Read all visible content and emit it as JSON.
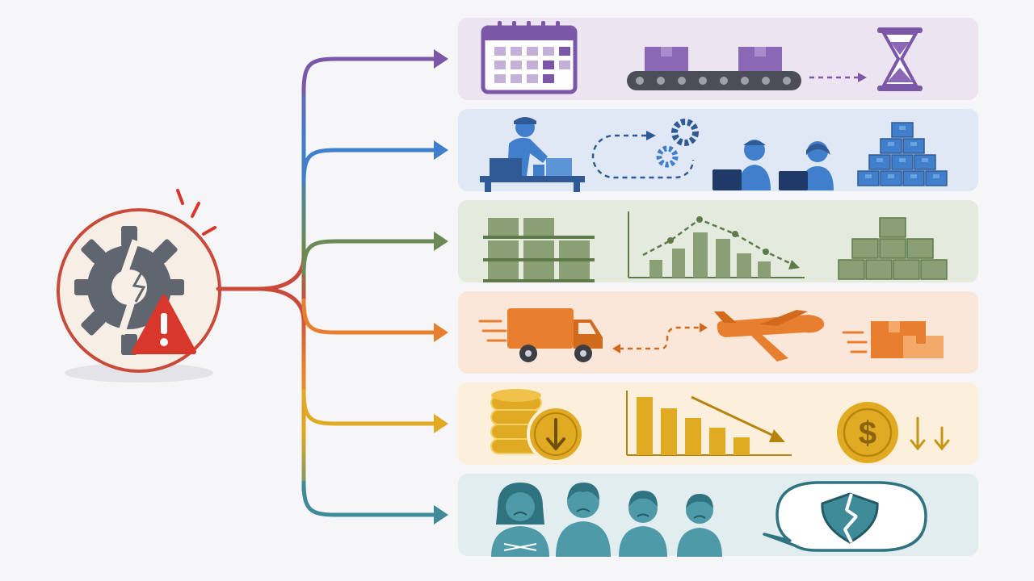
{
  "source": {
    "icon": "broken-gear-warning-icon",
    "colors": {
      "ring": "#c94a3a",
      "fill": "#f7efe6",
      "gear": "#5f6670",
      "alert": "#d8372b"
    }
  },
  "branches": [
    {
      "id": "production-delays",
      "color": "#7b57a8",
      "panel_bg": "#ece4f0",
      "icons": [
        "calendar-icon",
        "conveyor-belt-boxes-icon",
        "dashed-arrow-icon",
        "hourglass-icon"
      ]
    },
    {
      "id": "operational-disruption",
      "color": "#3f7fcc",
      "panel_bg": "#e0e8f5",
      "icons": [
        "factory-worker-icon",
        "process-cycle-gears-icon",
        "office-staff-laptops-icon",
        "stacked-crates-icon"
      ]
    },
    {
      "id": "inventory-buildup",
      "color": "#6b8a55",
      "panel_bg": "#e5eadf",
      "icons": [
        "warehouse-shelves-icon",
        "declining-bar-chart-icon",
        "stacked-boxes-icon"
      ]
    },
    {
      "id": "logistics-disruption",
      "color": "#e87f2e",
      "panel_bg": "#fbe6da",
      "icons": [
        "delivery-truck-icon",
        "dashed-route-icon",
        "airplane-icon",
        "moving-packages-icon"
      ]
    },
    {
      "id": "financial-loss",
      "color": "#e0aa22",
      "panel_bg": "#fcf0dc",
      "icons": [
        "coin-stack-down-icon",
        "falling-bar-chart-icon",
        "dollar-coin-icon",
        "down-arrows-icon"
      ]
    },
    {
      "id": "customer-trust-loss",
      "color": "#3f8b9a",
      "panel_bg": "#e1edef",
      "icons": [
        "unhappy-customers-icon",
        "speech-bubble-broken-shield-icon"
      ]
    }
  ]
}
